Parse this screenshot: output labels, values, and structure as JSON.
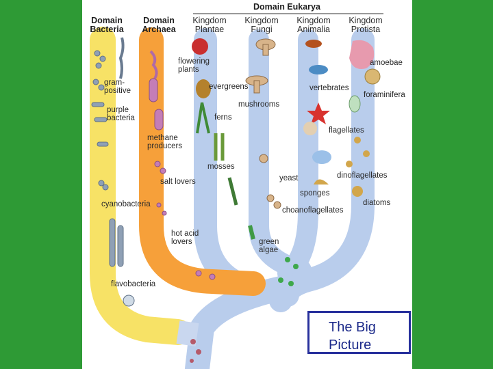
{
  "headers": {
    "eukarya": "Domain Eukarya",
    "bacteria": [
      "Domain",
      "Bacteria"
    ],
    "archaea": [
      "Domain",
      "Archaea"
    ],
    "plantae": [
      "Kingdom",
      "Plantae"
    ],
    "fungi": [
      "Kingdom",
      "Fungi"
    ],
    "animalia": [
      "Kingdom",
      "Animalia"
    ],
    "protista": [
      "Kingdom",
      "Protista"
    ]
  },
  "labels": {
    "gram_positive": [
      "gram-",
      "positive"
    ],
    "purple_bacteria": [
      "purple",
      "bacteria"
    ],
    "cyanobacteria": "cyanobacteria",
    "flavobacteria": "flavobacteria",
    "methane_producers": [
      "methane",
      "producers"
    ],
    "salt_lovers": "salt lovers",
    "hot_acid_lovers": [
      "hot acid",
      "lovers"
    ],
    "flowering_plants": [
      "flowering",
      "plants"
    ],
    "evergreens": "evergreens",
    "ferns": "ferns",
    "mosses": "mosses",
    "green_algae": [
      "green",
      "algae"
    ],
    "mushrooms": "mushrooms",
    "yeast": "yeast",
    "vertebrates": "vertebrates",
    "flagellates": "flagellates",
    "sponges": "sponges",
    "choanoflagellates": "choanoflagellates",
    "amoebae": "amoebae",
    "foraminifera": "foraminifera",
    "dinoflagellates": "dinoflagellates",
    "diatoms": "diatoms"
  },
  "title_box": "The Big\nPicture",
  "colors": {
    "background": "#2e9a35",
    "bacteria_branch": "#f7e266",
    "archaea_branch": "#f6a03a",
    "eukarya_branch": "#b9cdec",
    "title_border": "#27309c",
    "title_text": "#1c2a8a"
  }
}
